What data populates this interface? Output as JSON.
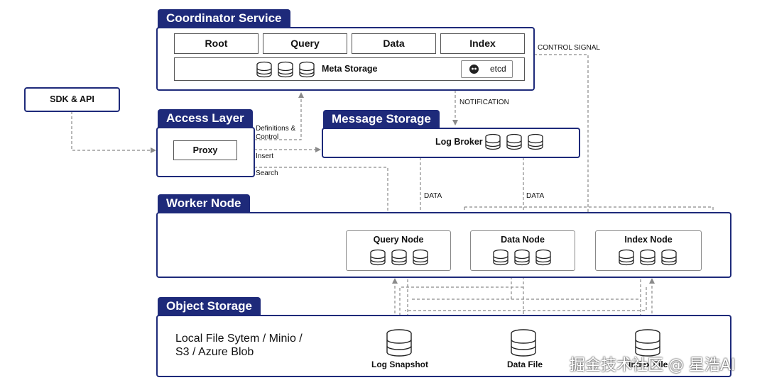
{
  "coordinator": {
    "title": "Coordinator Service",
    "roles": [
      "Root",
      "Query",
      "Data",
      "Index"
    ],
    "meta_storage": "Meta Storage",
    "etcd": "etcd"
  },
  "sdk": {
    "label": "SDK & API"
  },
  "access": {
    "title": "Access Layer",
    "proxy": "Proxy"
  },
  "message": {
    "title": "Message Storage",
    "log_broker": "Log Broker"
  },
  "worker": {
    "title": "Worker Node",
    "nodes": [
      "Query Node",
      "Data Node",
      "Index Node"
    ]
  },
  "object_storage": {
    "title": "Object Storage",
    "backends_line1": "Local File Sytem / Minio /",
    "backends_line2": "S3 / Azure Blob",
    "stores": [
      "Log Snapshot",
      "Data File",
      "Index File"
    ]
  },
  "edges": {
    "control_signal": "CONTROL SIGNAL",
    "notification": "NOTIFICATION",
    "definitions_line1": "Definitions &",
    "definitions_line2": "Control",
    "insert": "Insert",
    "search": "Search",
    "data_left": "DATA",
    "data_right": "DATA"
  },
  "watermark": "掘金技术社区 @ 星浩AI",
  "colors": {
    "panel_border": "#1e2a7a",
    "arrow": "#8a8a8a"
  }
}
